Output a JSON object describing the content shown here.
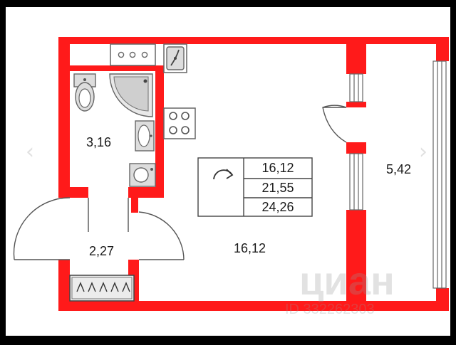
{
  "rooms": [
    {
      "id": "bathroom",
      "area": "3,16"
    },
    {
      "id": "hall",
      "area": "2,27"
    },
    {
      "id": "main-room",
      "area": "16,12"
    },
    {
      "id": "balcony",
      "area": "5,42"
    }
  ],
  "summary": {
    "living_area": "16,12",
    "kitchen_area": "21,55",
    "total_area": "24,26"
  },
  "nav": {
    "prev": "‹",
    "next": "›"
  },
  "watermark": {
    "brand": "циан",
    "id": "ID 332262303"
  },
  "colors": {
    "wall": "#ff0000",
    "floor": "#ffffff",
    "background": "#000000",
    "line": "#555555"
  }
}
